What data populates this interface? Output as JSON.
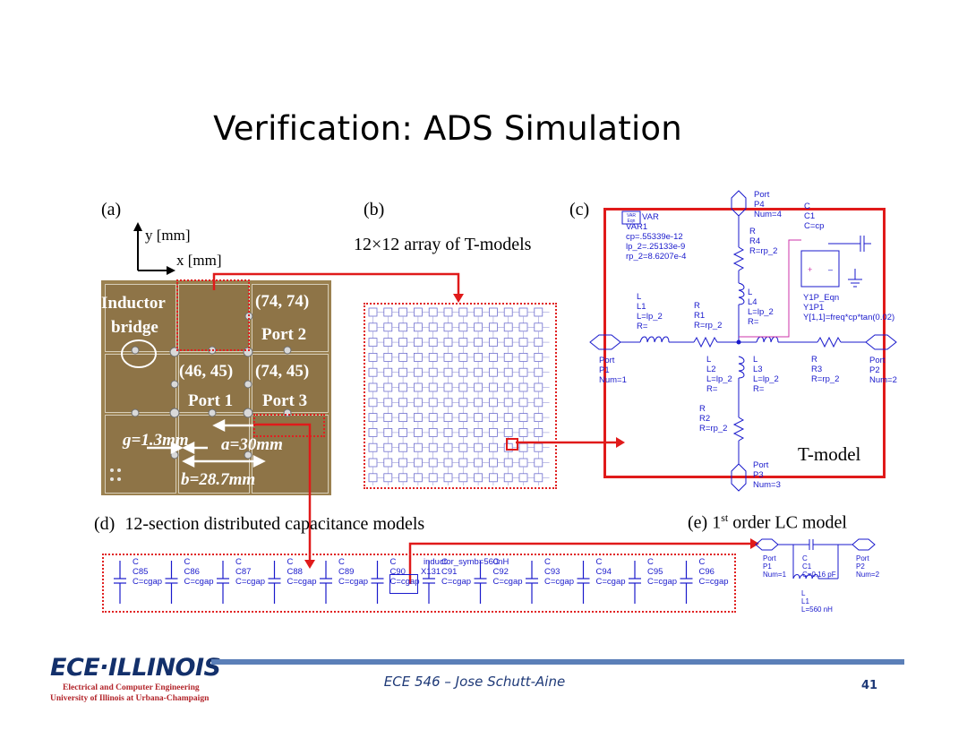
{
  "slide": {
    "title": "Verification: ADS Simulation",
    "course": "ECE 546 – Jose Schutt-Aine",
    "page_number": "41"
  },
  "logo": {
    "brand": "ECE·ILLINOIS",
    "line1": "Electrical and Computer Engineering",
    "line2": "University of Illinois at Urbana-Champaign"
  },
  "panel_a": {
    "label": "(a)",
    "y_axis": "y [mm]",
    "x_axis": "x [mm]",
    "inductor_bridge_1": "Inductor",
    "inductor_bridge_2": "bridge",
    "coord_74_74": "(74, 74)",
    "port2": "Port 2",
    "coord_46_45": "(46, 45)",
    "coord_74_45": "(74, 45)",
    "port1": "Port 1",
    "port3": "Port 3",
    "g_label": "g=1.3mm",
    "a_label": "a=30mm",
    "b_label": "b=28.7mm"
  },
  "panel_b": {
    "label": "(b)",
    "caption": "12×12 array of T-models",
    "rows": 12,
    "cols": 12
  },
  "panel_c": {
    "label": "(c)",
    "tmodel": "T-model",
    "var_block": [
      "VAR",
      "VAR1",
      "cp=.55339e-12",
      "lp_2=.25133e-9",
      "rp_2=8.6207e-4"
    ],
    "port_p4": [
      "Port",
      "P4",
      "Num=4"
    ],
    "port_p1": [
      "Port",
      "P1",
      "Num=1"
    ],
    "port_p2": [
      "Port",
      "P2",
      "Num=2"
    ],
    "port_p3": [
      "Port",
      "P3",
      "Num=3"
    ],
    "c1": [
      "C",
      "C1",
      "C=cp"
    ],
    "r4": [
      "R",
      "R4",
      "R=rp_2"
    ],
    "l4": [
      "L",
      "L4",
      "L=lp_2",
      "R="
    ],
    "y1p": [
      "Y1P_Eqn",
      "Y1P1",
      "Y[1,1]=freq*cp*tan(0.02)"
    ],
    "l1": [
      "L",
      "L1",
      "L=lp_2",
      "R="
    ],
    "r1": [
      "R",
      "R1",
      "R=rp_2"
    ],
    "l2": [
      "L",
      "L2",
      "L=lp_2",
      "R="
    ],
    "l3": [
      "L",
      "L3",
      "L=lp_2",
      "R="
    ],
    "r3": [
      "R",
      "R3",
      "R=rp_2"
    ],
    "r2": [
      "R",
      "R2",
      "R=rp_2"
    ]
  },
  "panel_d": {
    "label": "(d)",
    "caption": "12-section distributed capacitance models",
    "caps": [
      "C85",
      "C86",
      "C87",
      "C88",
      "C89",
      "C90",
      "C91",
      "C92",
      "C93",
      "C94",
      "C95",
      "C96"
    ],
    "cap_value": "C=cgap",
    "cap_type": "C",
    "overlay": "inductor_symb=560nH",
    "overlay_id": "X131"
  },
  "panel_e": {
    "label": "(e) 1",
    "sup": "st",
    "caption_rest": " order LC model",
    "p1": [
      "Port",
      "P1",
      "Num=1"
    ],
    "c1": [
      "C",
      "C1",
      "C=0.16 pF"
    ],
    "p2": [
      "Port",
      "P2",
      "Num=2"
    ],
    "l1": [
      "L",
      "L1",
      "L=560 nH"
    ]
  },
  "colors": {
    "red": "#e01a1a",
    "schematic_blue": "#1a1acc",
    "footer_blue": "#5b7fb8",
    "logo_navy": "#13306b",
    "logo_red": "#b2242a"
  }
}
